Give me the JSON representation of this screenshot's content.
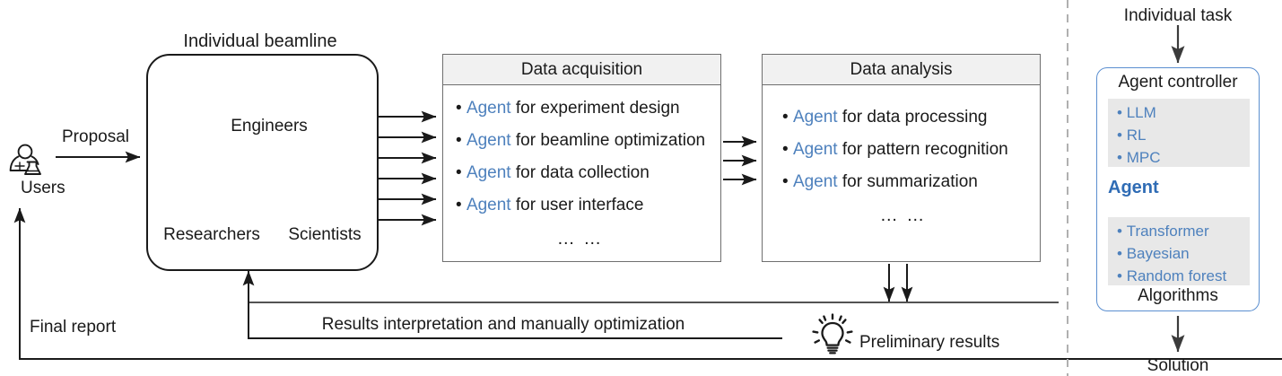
{
  "diagram": {
    "title_left": "Individual beamline",
    "users": {
      "label": "Users",
      "icon": "user-flask-icon"
    },
    "flows": {
      "proposal": "Proposal",
      "final_report": "Final report",
      "results_interpretation": "Results interpretation and manually optimization",
      "preliminary_results": "Preliminary results"
    },
    "beamline_roles": [
      {
        "label": "Engineers",
        "icon": "engineer-gear-icon"
      },
      {
        "label": "Researchers",
        "icon": "researcher-icon"
      },
      {
        "label": "Scientists",
        "icon": "scientist-glasses-icon"
      }
    ],
    "handshake_icon": "handshake-circle-icon",
    "bulb_icon": "lightbulb-icon",
    "panels": [
      {
        "id": "data-acquisition",
        "header": "Data acquisition",
        "items": [
          {
            "accent": "Agent",
            "rest": " for experiment design"
          },
          {
            "accent": "Agent",
            "rest": " for beamline optimization"
          },
          {
            "accent": "Agent",
            "rest": " for data collection"
          },
          {
            "accent": "Agent",
            "rest": " for user interface"
          }
        ],
        "ellipsis": "… …"
      },
      {
        "id": "data-analysis",
        "header": "Data analysis",
        "items": [
          {
            "accent": "Agent",
            "rest": " for data processing"
          },
          {
            "accent": "Agent",
            "rest": " for pattern recognition"
          },
          {
            "accent": "Agent",
            "rest": " for summarization"
          }
        ],
        "ellipsis": "… …"
      }
    ],
    "right_panel": {
      "input_label": "Individual task",
      "output_label": "Solution",
      "controller_title": "Agent controller",
      "controller_items": [
        "LLM",
        "RL",
        "MPC"
      ],
      "agent_word": "Agent",
      "loop_icon": "refresh-loop-icon",
      "robot_icon": "robot-head-icon",
      "algorithm_items": [
        "Transformer",
        "Bayesian",
        "Random forest"
      ],
      "algorithms_title": "Algorithms"
    },
    "colors": {
      "accent_blue": "#4e81bd",
      "agent_blue": "#2f6cb5",
      "panel_border": "#6f6f6f",
      "panel_header_fill": "#f1f1f1",
      "gray_fill": "#e8e8e8",
      "agent_panel_border": "#5b8fd0",
      "stroke": "#1a1a1a",
      "divider": "#b0b0b0"
    }
  }
}
